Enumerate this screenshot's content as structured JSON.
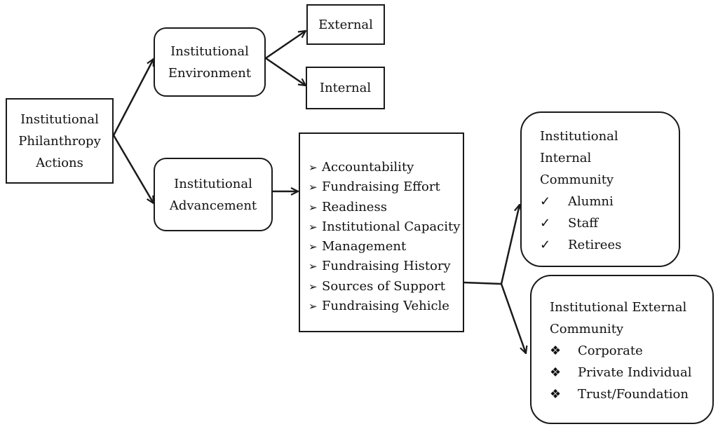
{
  "nodes": {
    "philanthropy": {
      "lines": [
        "Institutional",
        "Philanthropy",
        "Actions"
      ]
    },
    "environment": {
      "lines": [
        "Institutional",
        "Environment"
      ]
    },
    "external": {
      "label": "External"
    },
    "internal": {
      "label": "Internal"
    },
    "advancement": {
      "lines": [
        "Institutional",
        "Advancement"
      ]
    },
    "factors": {
      "bullet": "➢",
      "items": [
        "Accountability",
        "Fundraising Effort",
        "Readiness",
        "Institutional Capacity",
        "Management",
        "Fundraising History",
        "Sources of Support",
        "Fundraising Vehicle"
      ]
    },
    "internal_community": {
      "title_lines": [
        "Institutional",
        "Internal",
        "Community"
      ],
      "mark": "✓",
      "items": [
        "Alumni",
        "Staff",
        "Retirees"
      ]
    },
    "external_community": {
      "title_lines": [
        "Institutional External",
        "Community"
      ],
      "mark": "❖",
      "items": [
        "Corporate",
        "Private Individual",
        "Trust/Foundation"
      ]
    }
  }
}
